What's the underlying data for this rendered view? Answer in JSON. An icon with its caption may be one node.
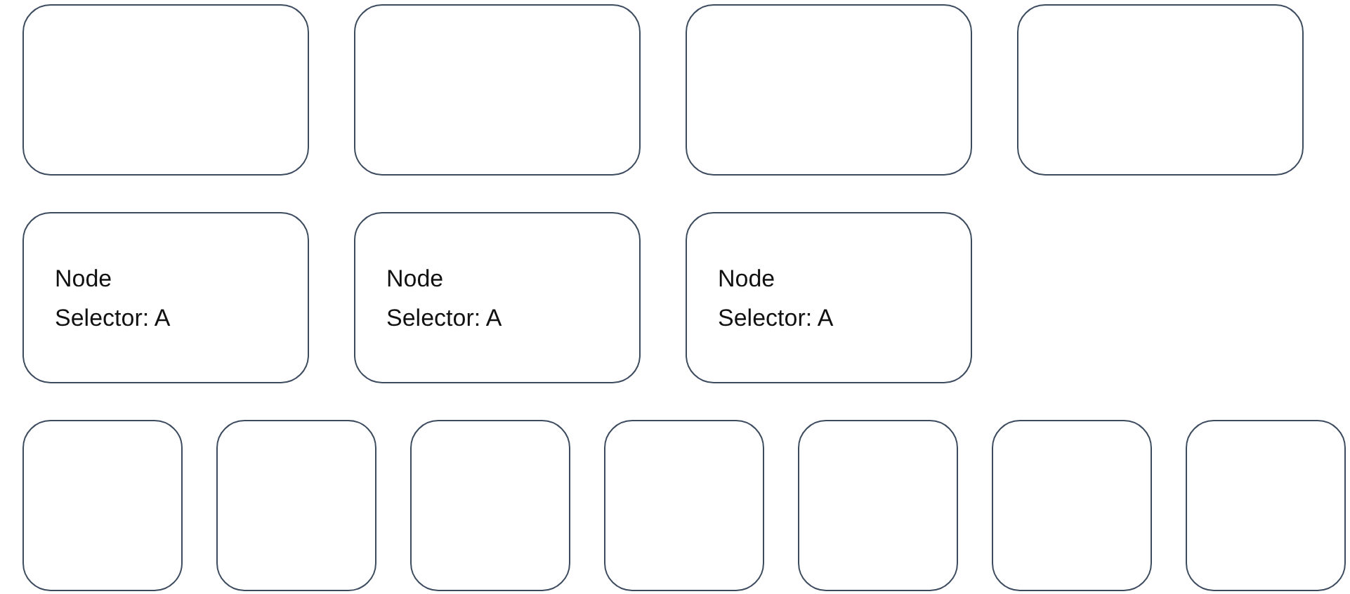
{
  "diagram": {
    "nodes": [
      {
        "text": [],
        "shape": "box"
      },
      {
        "text": [],
        "shape": "box"
      },
      {
        "text": [],
        "shape": "box"
      },
      {
        "text": [],
        "shape": "box"
      },
      {
        "text": [
          "Node",
          "Selector: A"
        ]
      },
      {
        "text": [
          "Node",
          "Selector: A"
        ]
      },
      {
        "text": [
          "Node",
          "Selector: A"
        ]
      },
      {
        "text": [],
        "shape": "box"
      },
      {
        "text": [],
        "shape": "box"
      },
      {
        "text": [],
        "shape": "box"
      },
      {
        "text": [],
        "shape": "box"
      },
      {
        "text": [],
        "shape": "box"
      },
      {
        "text": [],
        "shape": "box"
      },
      {
        "text": [],
        "shape": "box"
      }
    ]
  }
}
